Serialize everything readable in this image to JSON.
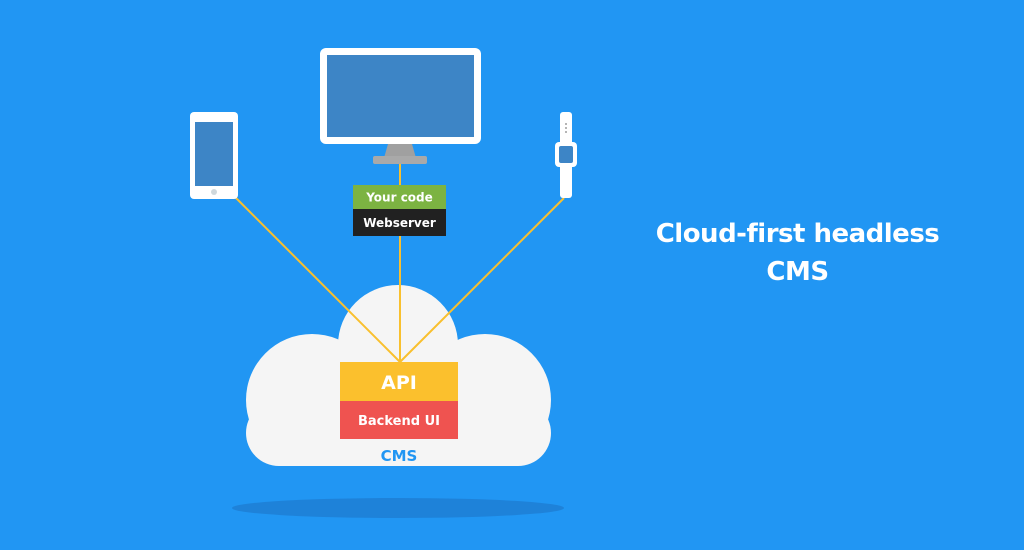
{
  "devices": {
    "phone_icon": "phone-icon",
    "monitor_icon": "desktop-monitor-icon",
    "watch_icon": "smartwatch-icon"
  },
  "server_stack": {
    "code_label": "Your code",
    "webserver_label": "Webserver"
  },
  "cms": {
    "api_label": "API",
    "backend_label": "Backend UI",
    "cloud_label": "CMS"
  },
  "tagline": {
    "line1": "Cloud-first headless",
    "line2": "CMS"
  },
  "colors": {
    "background": "#2196f3",
    "device_screen": "#3d85c6",
    "device_frame": "#ffffff",
    "monitor_stand": "#9e9e9e",
    "connector_line": "#fbc02d",
    "your_code_bg": "#7cb342",
    "webserver_bg": "#212121",
    "api_bg": "#fbc02d",
    "backend_bg": "#ef5350",
    "cloud": "#f5f5f5",
    "cms_text": "#2196f3",
    "shadow": "#1976d2"
  }
}
